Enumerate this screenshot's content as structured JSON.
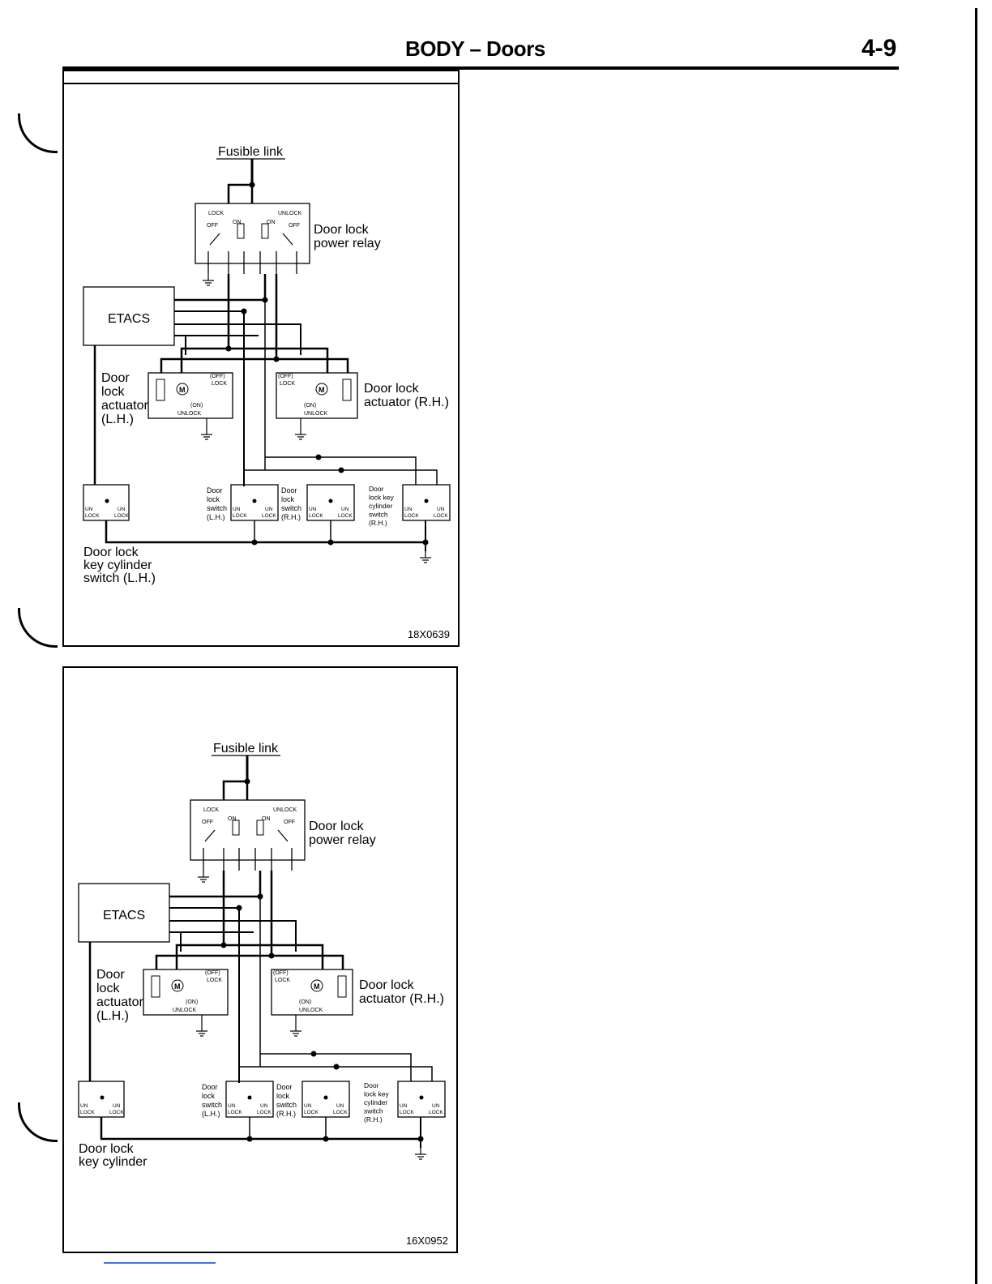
{
  "header": {
    "title": "BODY – Doors",
    "page": "4-9"
  },
  "diagrams": [
    {
      "fusible_link": "Fusible link",
      "relay": {
        "line1": "Door lock",
        "line2": "power relay",
        "lock": "LOCK",
        "unlock": "UNLOCK",
        "off": "OFF",
        "on": "ON"
      },
      "etacs": "ETACS",
      "actuator_lh": [
        "Door",
        "lock",
        "actuator",
        "(L.H.)"
      ],
      "actuator_rh": [
        "Door lock",
        "actuator (R.H.)"
      ],
      "act_labels": {
        "off": "(OFF)",
        "lock": "LOCK",
        "on": "(ON)",
        "unlock": "UNLOCK"
      },
      "switch_lh": [
        "Door",
        "lock",
        "switch",
        "(L.H.)"
      ],
      "switch_rh": [
        "Door",
        "lock",
        "switch",
        "(R.H.)"
      ],
      "key_rh": [
        "Door",
        "lock key",
        "cylinder",
        "switch",
        "(R.H.)"
      ],
      "sw_labels": {
        "un": "UN",
        "lock": "LOCK"
      },
      "key_lh": [
        "Door lock",
        "key cylinder",
        "switch (L.H.)"
      ],
      "code": "18X0639"
    },
    {
      "fusible_link": "Fusible link",
      "relay": {
        "line1": "Door lock",
        "line2": "power relay",
        "lock": "LOCK",
        "unlock": "UNLOCK",
        "off": "OFF",
        "on": "ON"
      },
      "etacs": "ETACS",
      "actuator_lh": [
        "Door",
        "lock",
        "actuator",
        "(L.H.)"
      ],
      "actuator_rh": [
        "Door lock",
        "actuator (R.H.)"
      ],
      "act_labels": {
        "off": "(OFF)",
        "lock": "LOCK",
        "on": "(ON)",
        "unlock": "UNLOCK"
      },
      "switch_lh": [
        "Door",
        "lock",
        "switch",
        "(L.H.)"
      ],
      "switch_rh": [
        "Door",
        "lock",
        "switch",
        "(R.H.)"
      ],
      "key_rh": [
        "Door",
        "lock key",
        "cylinder",
        "switch",
        "(R.H.)"
      ],
      "sw_labels": {
        "un": "UN",
        "lock": "LOCK"
      },
      "key_lh": [
        "Door lock",
        "key cylinder"
      ],
      "code": "16X0952"
    }
  ]
}
